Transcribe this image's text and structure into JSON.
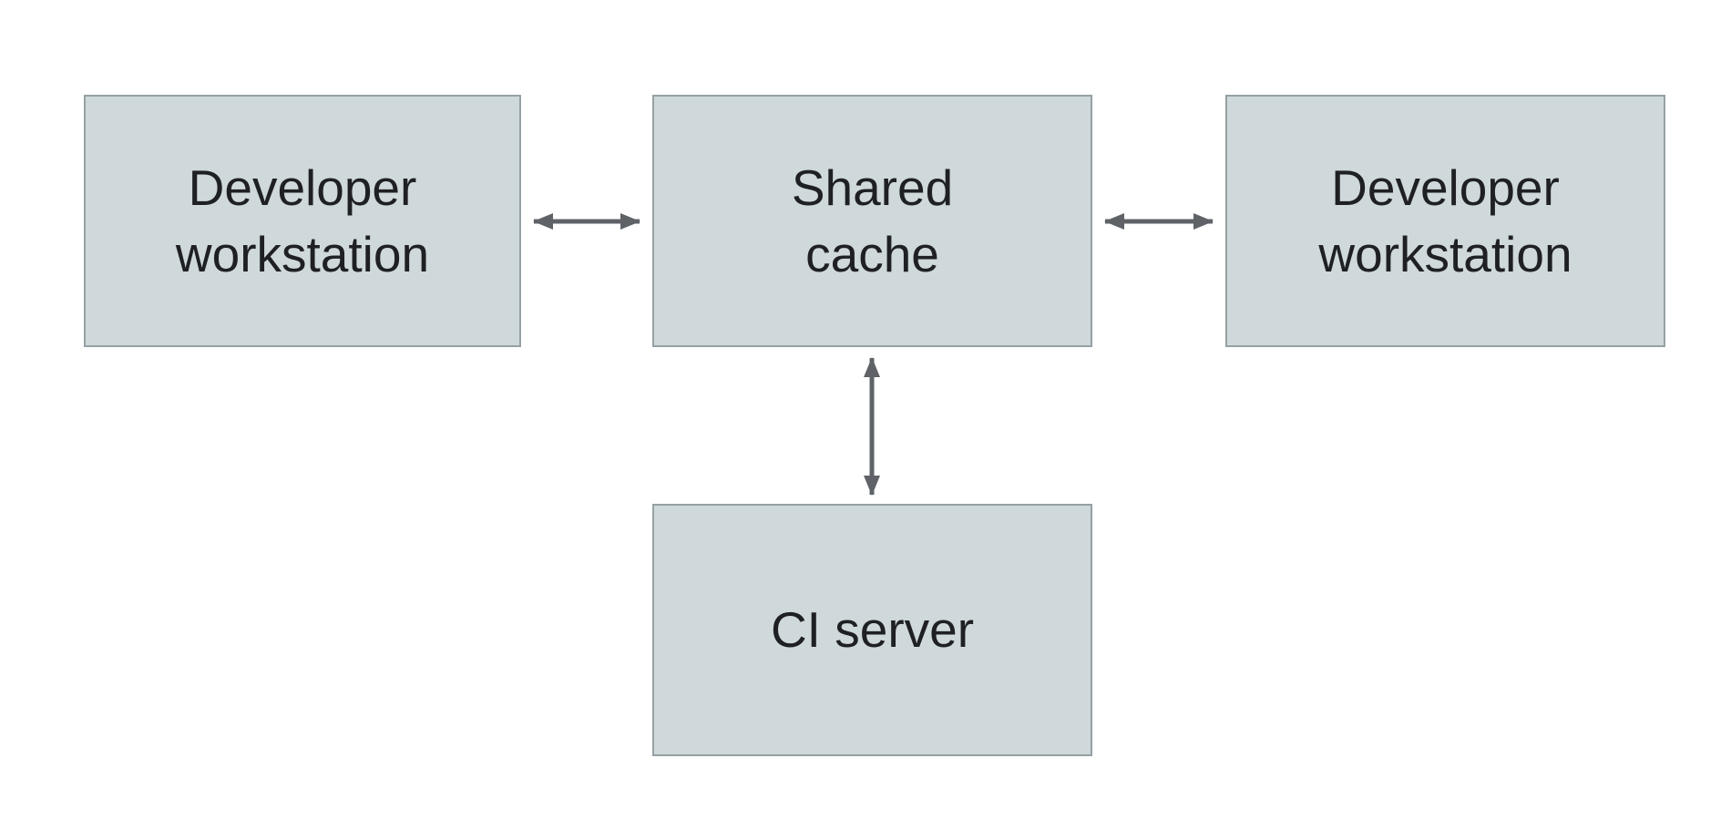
{
  "diagram": {
    "colors": {
      "background": "#ffffff",
      "node_fill": "#cfd8da",
      "node_border": "#95a1a4",
      "arrow": "#5f6368",
      "text": "#1f2023"
    },
    "nodes": [
      {
        "id": "developer-workstation-left",
        "label": "Developer\nworkstation"
      },
      {
        "id": "shared-cache",
        "label": "Shared\ncache"
      },
      {
        "id": "developer-workstation-right",
        "label": "Developer\nworkstation"
      },
      {
        "id": "ci-server",
        "label": "CI server"
      }
    ],
    "edges": [
      {
        "id": "edge-devleft-cache",
        "from": "developer-workstation-left",
        "to": "shared-cache",
        "direction": "bidirectional"
      },
      {
        "id": "edge-cache-devright",
        "from": "shared-cache",
        "to": "developer-workstation-right",
        "direction": "bidirectional"
      },
      {
        "id": "edge-cache-ciserver",
        "from": "shared-cache",
        "to": "ci-server",
        "direction": "bidirectional"
      }
    ]
  }
}
